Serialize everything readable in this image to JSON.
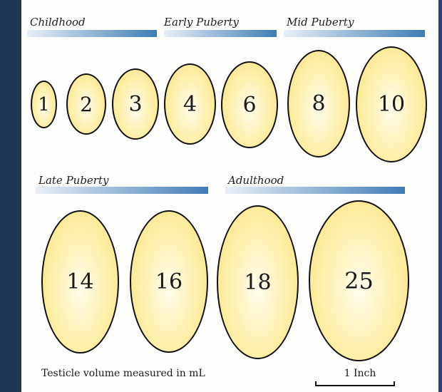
{
  "stages": {
    "childhood": "Childhood",
    "early_puberty": "Early Puberty",
    "mid_puberty": "Mid Puberty",
    "late_puberty": "Late Puberty",
    "adulthood": "Adulthood"
  },
  "volumes": {
    "v1": "1",
    "v2": "2",
    "v3": "3",
    "v4": "4",
    "v6": "6",
    "v8": "8",
    "v10": "10",
    "v14": "14",
    "v16": "16",
    "v18": "18",
    "v25": "25"
  },
  "caption": "Testicle volume measured in mL",
  "scale_label": "1 Inch",
  "colors": {
    "ellipse_fill": "#fdf2b2",
    "ellipse_outline": "#111111",
    "bar_accent": "#3f7cb5",
    "background": "#1d3550"
  }
}
